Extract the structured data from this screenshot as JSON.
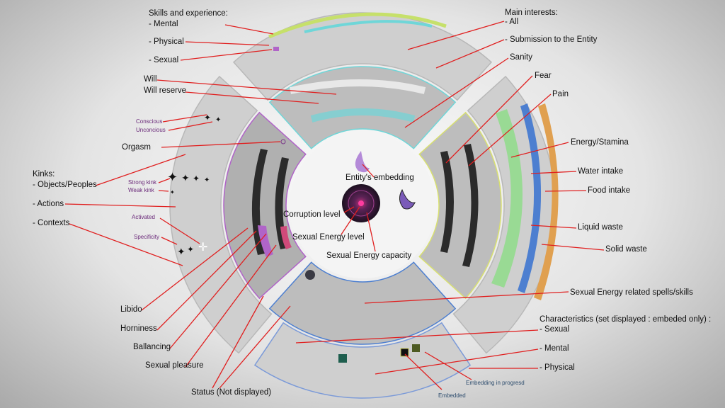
{
  "left_labels": {
    "skills_title": "Skills and experience:",
    "mental": "- Mental",
    "physical": "- Physical",
    "sexual": "- Sexual",
    "will": "Will",
    "will_reserve": "Will reserve",
    "conscious": "Conscious",
    "unconscious": "Unconcious",
    "orgasm": "Orgasm",
    "kinks_title": "Kinks:",
    "objects_peoples": "- Objects/Peoples",
    "strong_kink": "Strong kink",
    "weak_kink": "Weak kink",
    "actions": "- Actions",
    "activated": "Activated",
    "specificity": "Specificity",
    "contexts": "- Contexts",
    "libido": "Libido",
    "horniness": "Horniness",
    "ballancing": "Ballancing",
    "sexual_pleasure": "Sexual pleasure",
    "status": "Status (Not displayed)"
  },
  "right_labels": {
    "main_interests_title": "Main interests:",
    "all": "- All",
    "submission": "- Submission to the Entity",
    "sanity": "Sanity",
    "fear": "Fear",
    "pain": "Pain",
    "energy": "Energy/Stamina",
    "water": "Water intake",
    "food": "Food intake",
    "liquid_waste": "Liquid waste",
    "solid_waste": "Solid waste",
    "spells": "Sexual Energy related spells/skills",
    "characteristics_title": "Characteristics (set displayed : embeded only) :",
    "char_sexual": "- Sexual",
    "char_mental": "- Mental",
    "char_physical": "- Physical",
    "embedded": "Embedded",
    "embedding_progress": "Embedding in progresd"
  },
  "center_labels": {
    "entity_embedding": "Entity's embedding",
    "corruption": "Corruption level",
    "se_level": "Sexual Energy level",
    "se_capacity": "Sexual Energy capacity"
  },
  "colors": {
    "leader_line": "#e01f1f",
    "ring_outer": "#cfcfcf",
    "ring_inner": "#a9a9a9",
    "cyan": "#6fd6d8",
    "purple": "#b064c8",
    "green": "#8fdc8a",
    "blue": "#4d7fd0",
    "orange": "#e0a050"
  }
}
